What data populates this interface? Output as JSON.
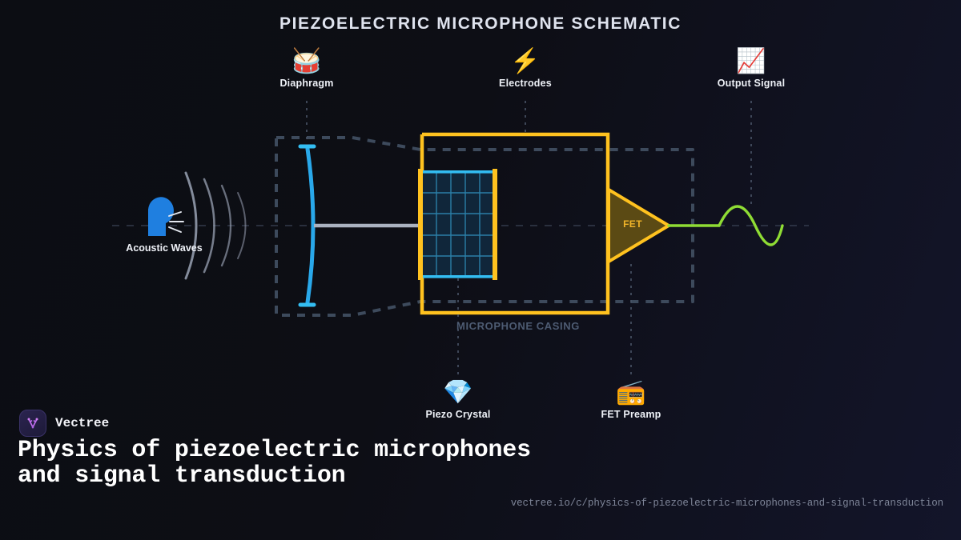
{
  "title": "PIEZOELECTRIC MICROPHONE SCHEMATIC",
  "callouts": [
    {
      "id": "diaphragm",
      "icon": "drum-icon",
      "glyph": "🥁",
      "label": "Diaphragm"
    },
    {
      "id": "electrodes",
      "icon": "lightning-bolt-icon",
      "glyph": "⚡",
      "label": "Electrodes"
    },
    {
      "id": "output",
      "icon": "chart-increasing-icon",
      "glyph": "📈",
      "label": "Output Signal"
    },
    {
      "id": "piezo",
      "icon": "gem-stone-icon",
      "glyph": "💎",
      "label": "Piezo Crystal"
    },
    {
      "id": "fetpreamp",
      "icon": "radio-icon",
      "glyph": "📻",
      "label": "FET Preamp"
    }
  ],
  "diagram": {
    "acoustic_label": "Acoustic Waves",
    "casing_label": "MICROPHONE CASING",
    "fet_label": "FET",
    "colors": {
      "background_left": "#0c0d13",
      "background_right": "#13152a",
      "diaphragm": "#29a8ea",
      "casing_outline": "#3d4a5c",
      "casing_body": "#ffc21f",
      "crystal_fill": "#10263a",
      "crystal_grid": "#2a7fa8",
      "electrode_bar": "#33bdf2",
      "fet_fill": "#5b4a14",
      "fet_stroke": "#ffc21f",
      "output_wave": "#8fdc34",
      "acoustic_head": "#1f7fe0",
      "acoustic_arc": "#9aa3b4",
      "rod": "#aab2c0",
      "centerline": "#3b4356",
      "title_text": "#dfe3ee",
      "label_text": "#eef1f7",
      "casing_label_text": "#4d5b72",
      "url_text": "#7e8598"
    }
  },
  "footer": {
    "brand_name": "Vectree",
    "logo_icon": "vectree-logo-icon",
    "headline": "Physics of piezoelectric microphones and signal transduction",
    "url": "vectree.io/c/physics-of-piezoelectric-microphones-and-signal-transduction"
  }
}
